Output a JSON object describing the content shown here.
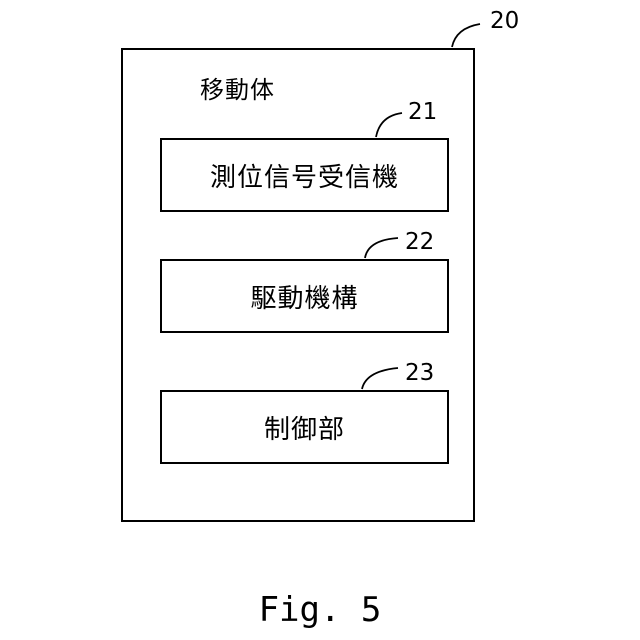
{
  "figure": {
    "caption": "Fig. 5"
  },
  "container": {
    "ref": "20",
    "title": "移動体"
  },
  "blocks": [
    {
      "ref": "21",
      "label": "測位信号受信機"
    },
    {
      "ref": "22",
      "label": "駆動機構"
    },
    {
      "ref": "23",
      "label": "制御部"
    }
  ]
}
